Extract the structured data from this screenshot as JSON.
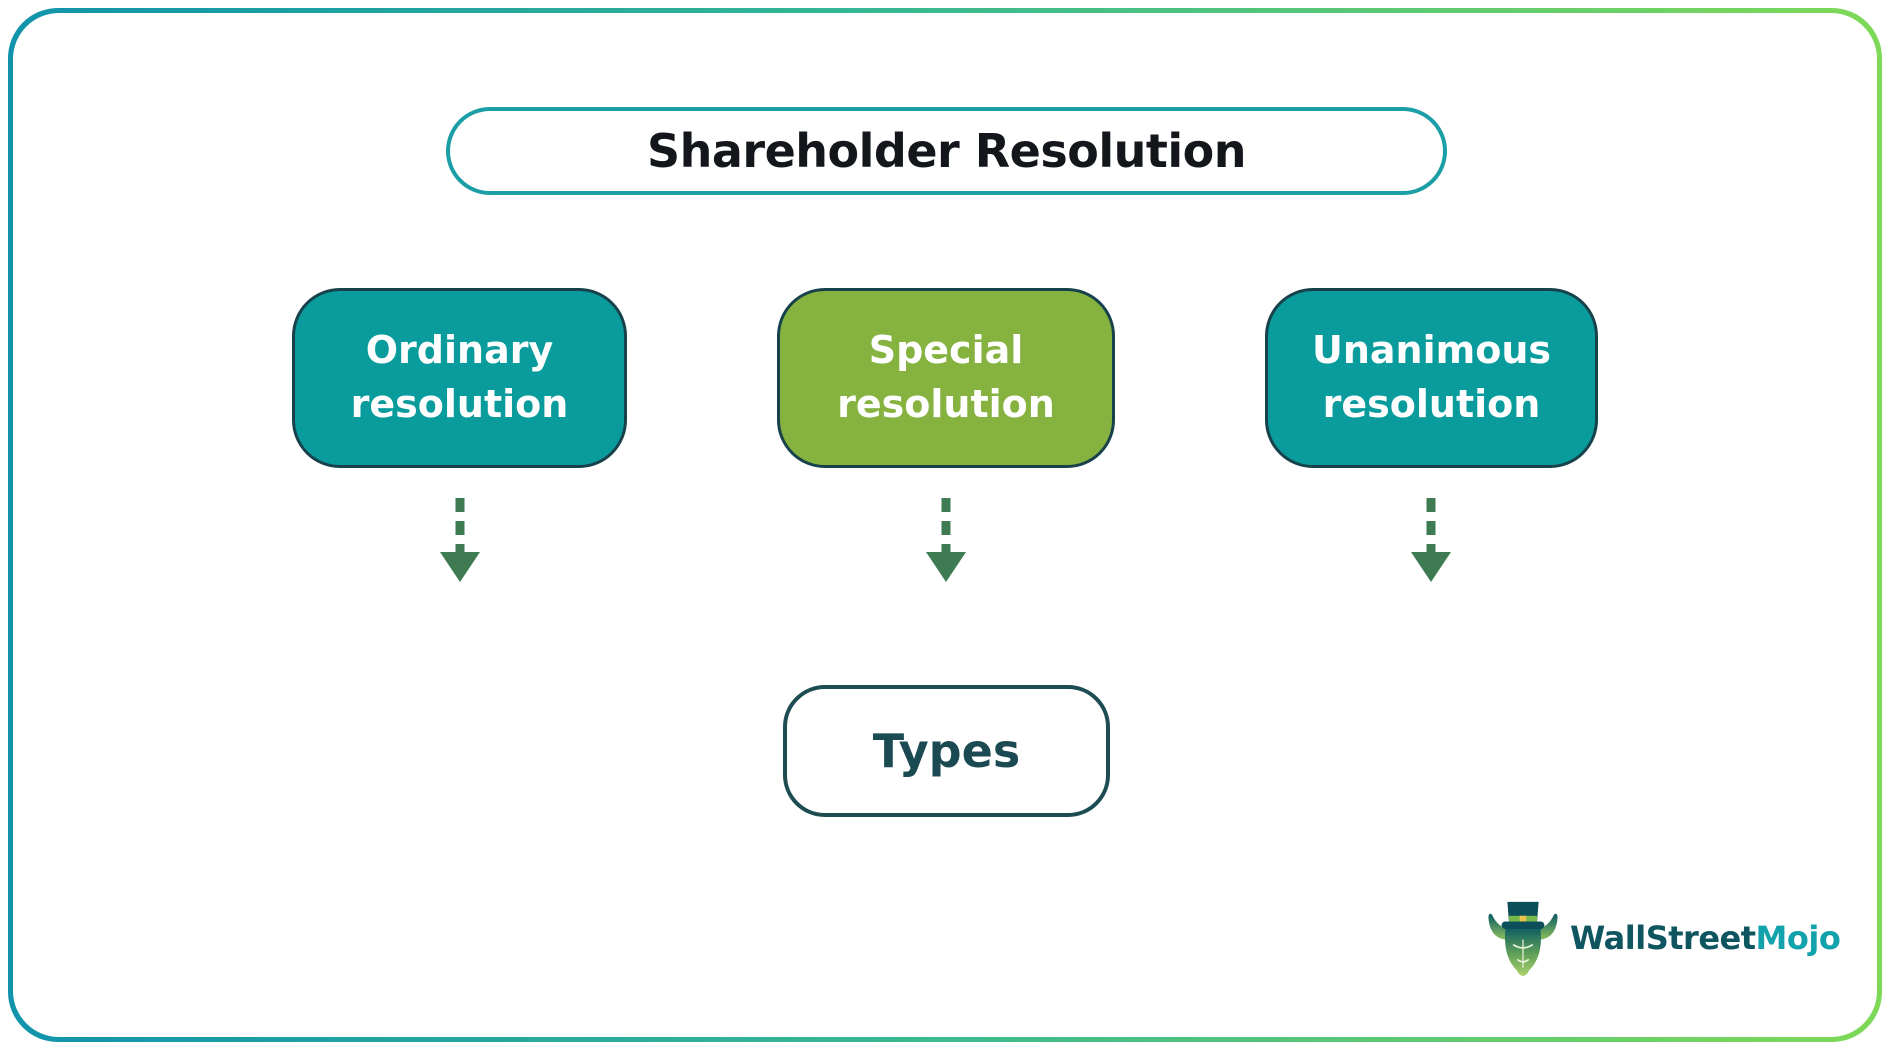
{
  "diagram": {
    "title": "Shareholder Resolution",
    "nodes": [
      {
        "line1": "Ordinary",
        "line2": "resolution",
        "bg": "#0A9C9C"
      },
      {
        "line1": "Special",
        "line2": "resolution",
        "bg": "#86B33F"
      },
      {
        "line1": "Unanimous",
        "line2": "resolution",
        "bg": "#0A9C9C"
      }
    ],
    "target_label": "Types",
    "colors": {
      "frame_gradient_start": "#1193AB",
      "frame_gradient_end": "#7ED957",
      "title_border": "#1B9EA6",
      "title_text": "#13161B",
      "node_border": "#17424B",
      "node_text": "#FFFFFF",
      "arrow": "#3E7B52",
      "types_border": "#1D4C52",
      "types_text": "#1B4A52"
    }
  },
  "branding": {
    "name_primary": "WallStreet",
    "name_secondary": "Mojo",
    "primary_color": "#0F5560",
    "secondary_color": "#12A2AB"
  }
}
